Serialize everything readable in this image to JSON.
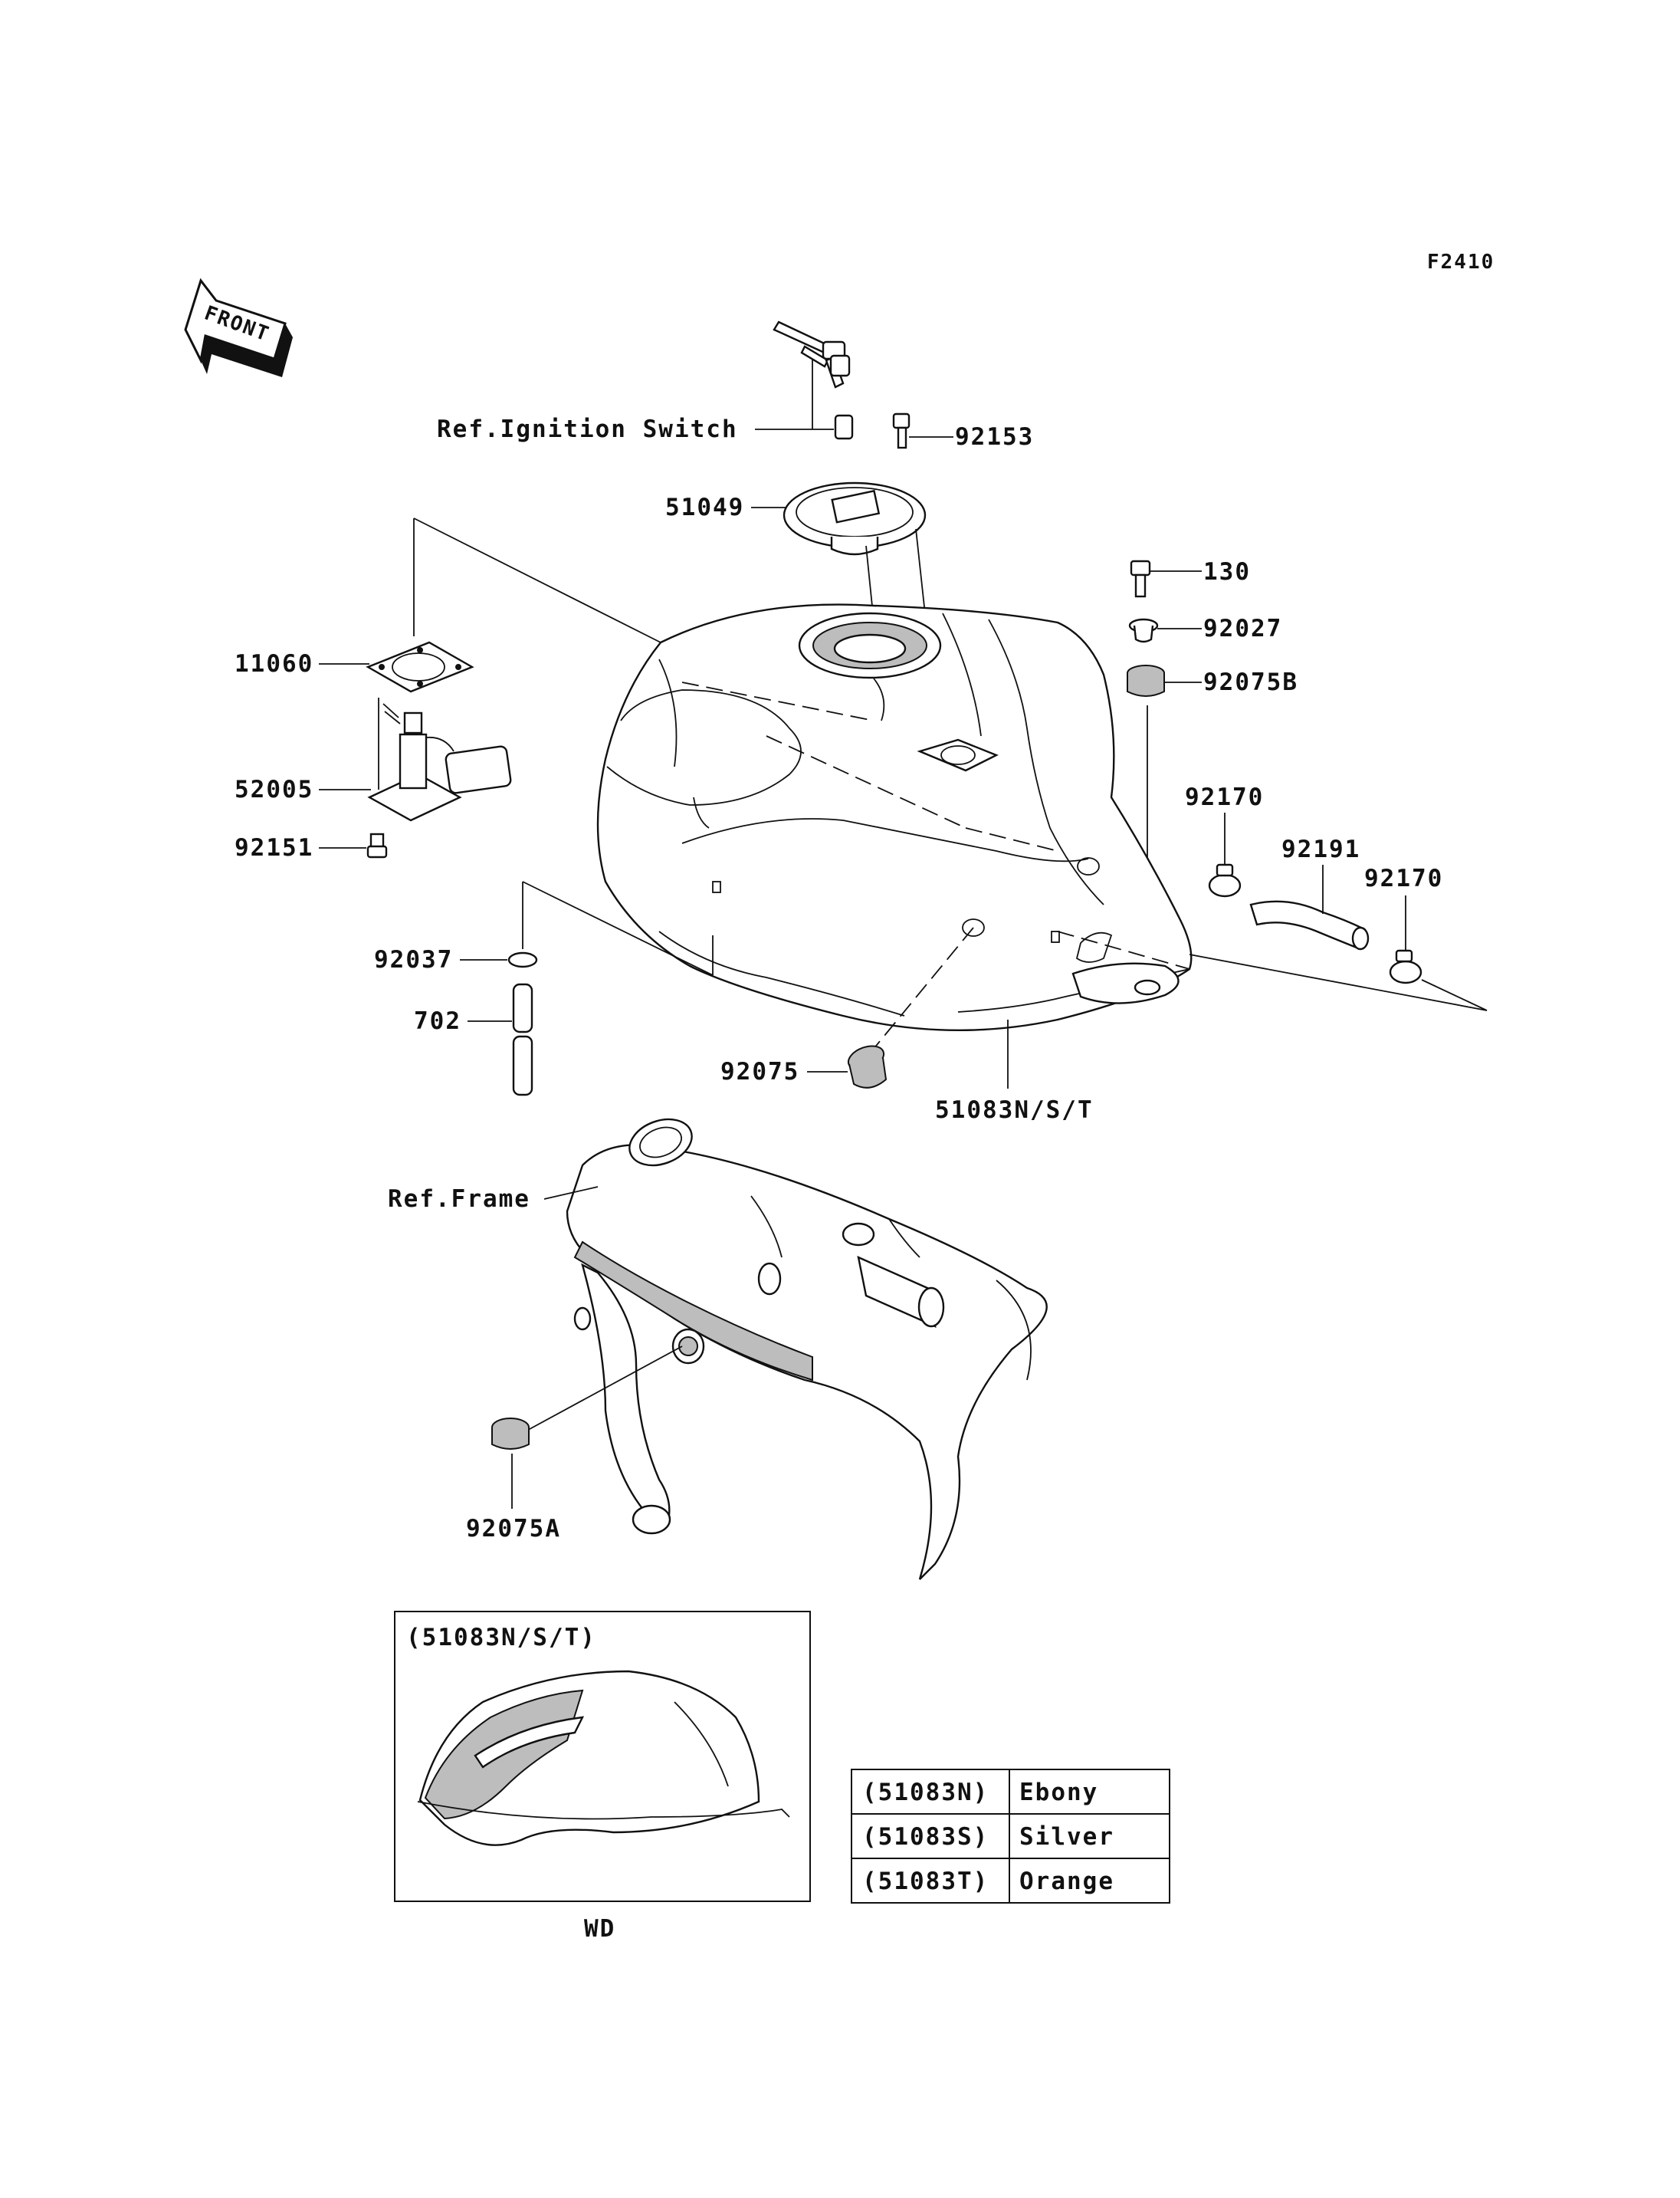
{
  "figure_code": "F2410",
  "front_arrow": "FRONT",
  "labels": {
    "ref_ignition": "Ref.Ignition Switch",
    "p92153": "92153",
    "p51049": "51049",
    "p130": "130",
    "p92027": "92027",
    "p92075B": "92075B",
    "p11060": "11060",
    "p52005": "52005",
    "p92151": "92151",
    "p92170a": "92170",
    "p92191": "92191",
    "p92170b": "92170",
    "p92037": "92037",
    "p702": "702",
    "p92075": "92075",
    "p51083": "51083N/S/T",
    "ref_frame": "Ref.Frame",
    "p92075A": "92075A"
  },
  "inset": {
    "title": "(51083N/S/T)",
    "caption": "WD"
  },
  "color_table": [
    {
      "code": "(51083N)",
      "color": "Ebony"
    },
    {
      "code": "(51083S)",
      "color": "Silver"
    },
    {
      "code": "(51083T)",
      "color": "Orange"
    }
  ]
}
